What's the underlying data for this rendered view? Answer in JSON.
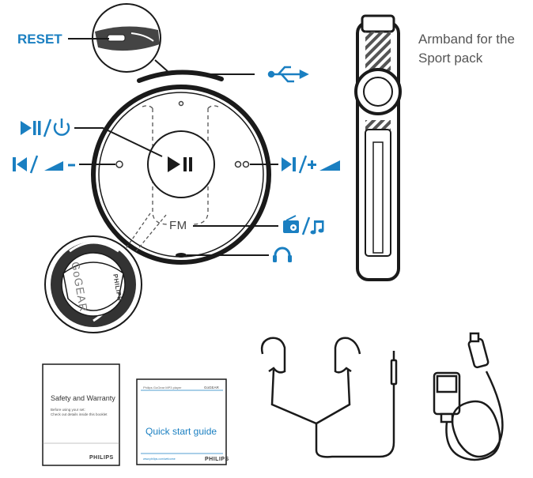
{
  "labels": {
    "reset": "RESET",
    "armband_caption_line1": "Armband for the",
    "armband_caption_line2": "Sport pack",
    "fm": "FM",
    "gogear": "GoGEAR",
    "philips_device": "PHILIPS"
  },
  "booklets": {
    "safety": {
      "title": "Safety and Warranty",
      "line1": "Before using your set:",
      "line2": "Check out details inside this booklet",
      "brand": "PHILIPS"
    },
    "quick_start": {
      "title": "Quick start guide",
      "top_left": "Philips GoGear MP3 player",
      "top_right": "GoGEAR",
      "url": "www.philips.com/welcome",
      "brand": "PHILIPS"
    }
  },
  "colors": {
    "callout": "#1a7fc1",
    "line": "#1a1a1a",
    "device_fill": "#ffffff"
  },
  "icons": [
    "usb-icon",
    "play-pause-icon",
    "power-icon",
    "previous-icon",
    "volume-down-icon",
    "next-icon",
    "volume-up-icon",
    "radio-icon",
    "music-note-icon",
    "headphones-icon"
  ]
}
